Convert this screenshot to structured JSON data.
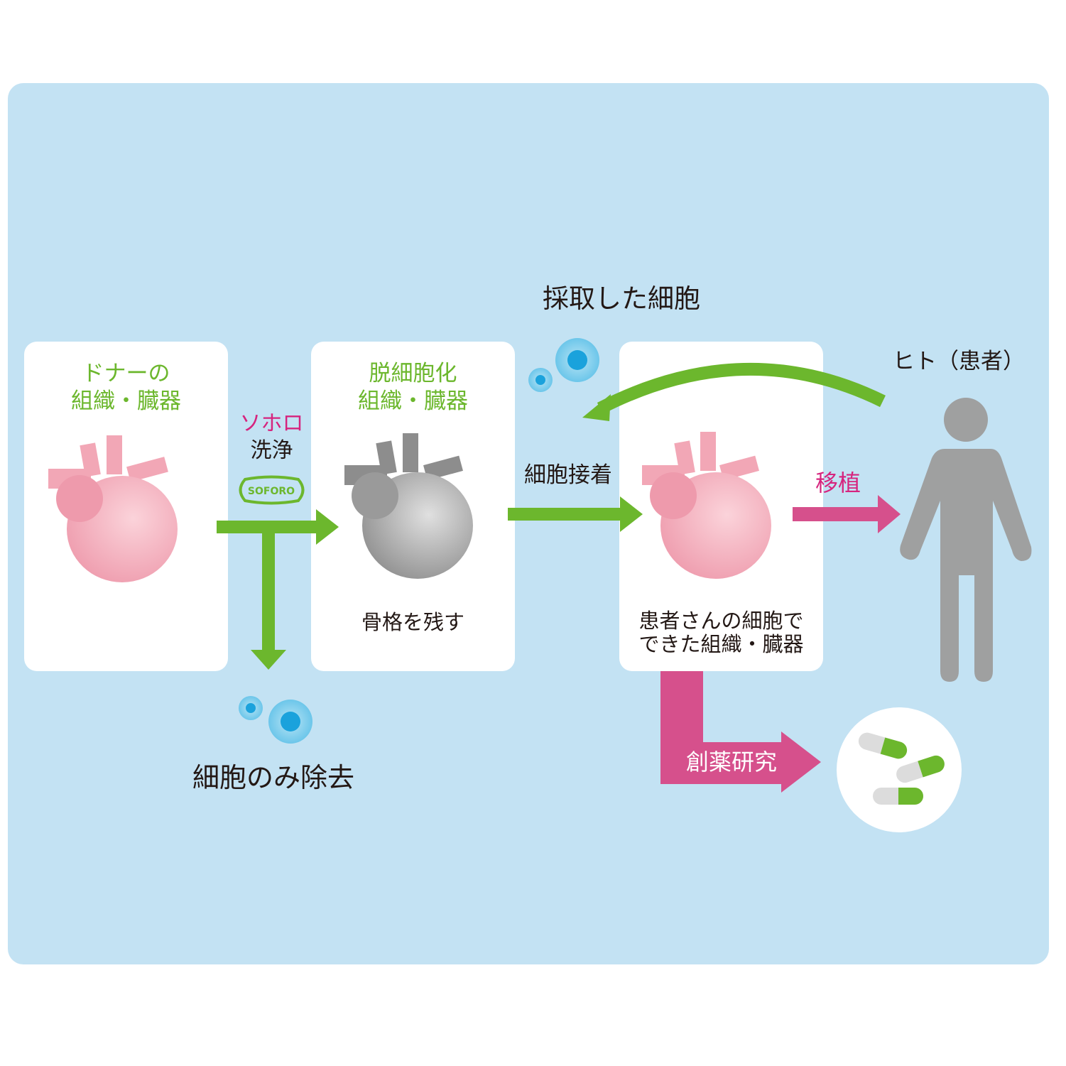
{
  "step1": {
    "title_line1": "ドナーの",
    "title_line2": "組織・臓器"
  },
  "wash": {
    "label_top": "ソホロ",
    "label_bottom": "洗浄",
    "logo": "SOFORO"
  },
  "removal": {
    "label": "細胞のみ除去"
  },
  "step2": {
    "title_line1": "脱細胞化",
    "title_line2": "組織・臓器",
    "caption": "骨格を残す"
  },
  "collected_cells": {
    "label": "採取した細胞"
  },
  "attach": {
    "label": "細胞接着"
  },
  "step3": {
    "caption_line1": "患者さんの細胞で",
    "caption_line2": "できた組織・臓器"
  },
  "human": {
    "label": "ヒト（患者）"
  },
  "transplant": {
    "label": "移植"
  },
  "drug": {
    "label": "創薬研究"
  },
  "colors": {
    "background": "#c3e2f3",
    "green": "#6cb72d",
    "magenta": "#d6508c",
    "gray": "#9fa0a0"
  }
}
